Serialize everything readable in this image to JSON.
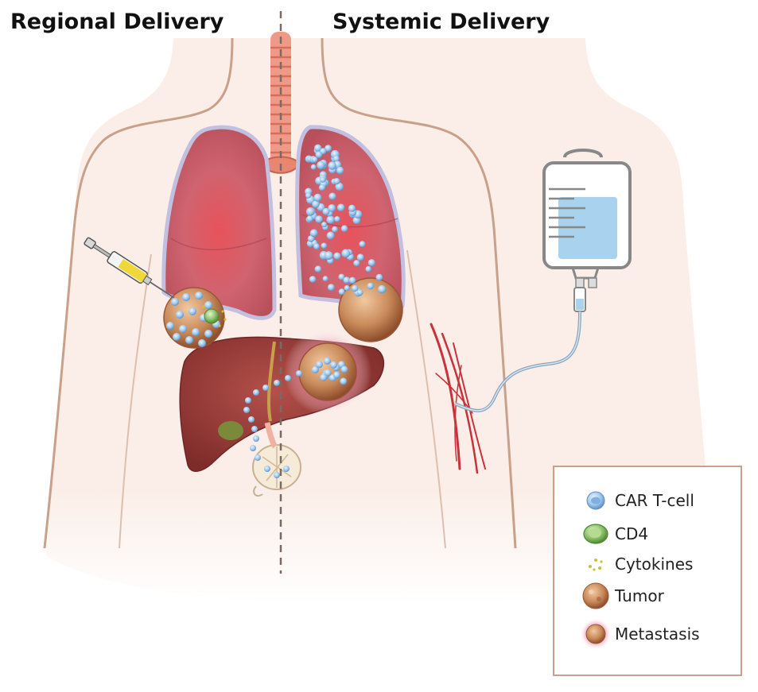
{
  "headings": {
    "left": "Regional Delivery",
    "right": "Systemic Delivery"
  },
  "legend": {
    "items": [
      {
        "label": "CAR T-cell",
        "icon": "car-t-cell-icon"
      },
      {
        "label": "CD4",
        "icon": "cd4-cell-icon"
      },
      {
        "label": "Cytokines",
        "icon": "cytokines-icon"
      },
      {
        "label": "Tumor",
        "icon": "tumor-icon"
      },
      {
        "label": "Metastasis",
        "icon": "metastasis-icon"
      }
    ]
  },
  "colors": {
    "skin": "#fbeee8",
    "outline": "#c9a08a",
    "lung": "#c85a64",
    "liver": "#9a3a36",
    "tumor": "#c98a5a",
    "car_t_cell": "#9fc8ec",
    "cd4": "#8cc06a",
    "iv_fluid": "#a9d2ee"
  }
}
